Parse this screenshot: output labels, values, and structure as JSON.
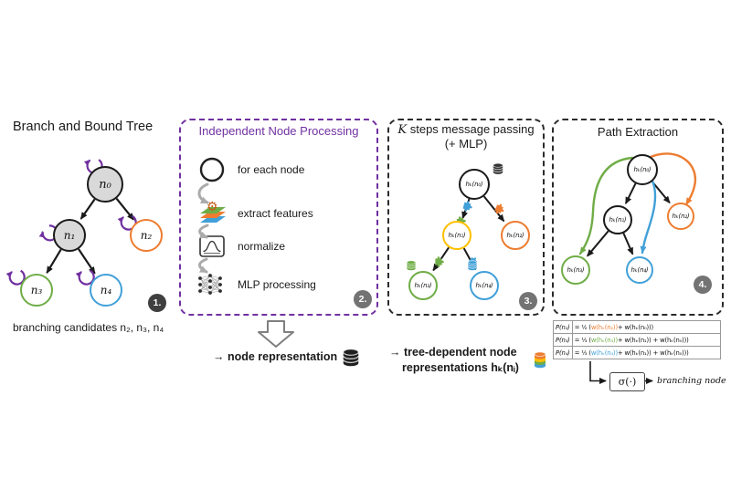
{
  "colors": {
    "purple": "#7030A0",
    "orange": "#ED7D31",
    "green": "#70AD47",
    "blue": "#41A0D8",
    "yellow": "#FFC000",
    "node_gray_fill": "#D9D9D9",
    "badge_gray": "#737373",
    "badge_dark": "#3F3F3F"
  },
  "icons": {
    "gear": "⚙"
  },
  "panel1": {
    "title": "Branch and Bound Tree",
    "nodes": {
      "n0": "n₀",
      "n1": "n₁",
      "n2": "n₂",
      "n3": "n₃",
      "n4": "n₄"
    },
    "caption": "branching candidates n₂, n₃, n₄",
    "badge": "1."
  },
  "panel2": {
    "title": "Independent Node Processing",
    "steps": [
      {
        "label": "for each node"
      },
      {
        "label": "extract features"
      },
      {
        "label": "normalize"
      },
      {
        "label": "MLP processing"
      }
    ],
    "badge": "2.",
    "result": "→ node representation"
  },
  "panel3": {
    "title_k": "K",
    "title_rest": " steps message passing",
    "title_line2": "(+ MLP)",
    "nodes": {
      "n0": "hₖ(n₀)",
      "n1": "hₖ(n₁)",
      "n2": "hₖ(n₂)",
      "n3": "hₖ(n₃)",
      "n4": "hₖ(n₄)"
    },
    "badge": "3.",
    "result_line1": "→ tree-dependent node",
    "result_line2": "representations hₖ(nᵢ)"
  },
  "panel4": {
    "title": "Path Extraction",
    "nodes": {
      "n0": "hₖ(n₀)",
      "n1": "hₖ(n₁)",
      "n2": "hₖ(n₂)",
      "n3": "hₖ(n₃)",
      "n4": "hₖ(n₄)"
    },
    "badge": "4.",
    "equations": [
      {
        "lhs": "P(n₂)",
        "pre": "= ¹⁄₂ (",
        "term": "w(hₖ(n₂))",
        "rest": " + w(hₖ(n₀)))"
      },
      {
        "lhs": "P(n₃)",
        "pre": "= ¹⁄₃ (",
        "term": "w(hₖ(n₃))",
        "rest": " + w(hₖ(n₁)) + w(hₖ(n₀)))"
      },
      {
        "lhs": "P(n₄)",
        "pre": "= ¹⁄₃ (",
        "term": "w(hₖ(n₄))",
        "rest": " + w(hₖ(n₁)) + w(hₖ(n₀)))"
      }
    ],
    "sigma": "σ(·)",
    "branching": "branching node"
  }
}
